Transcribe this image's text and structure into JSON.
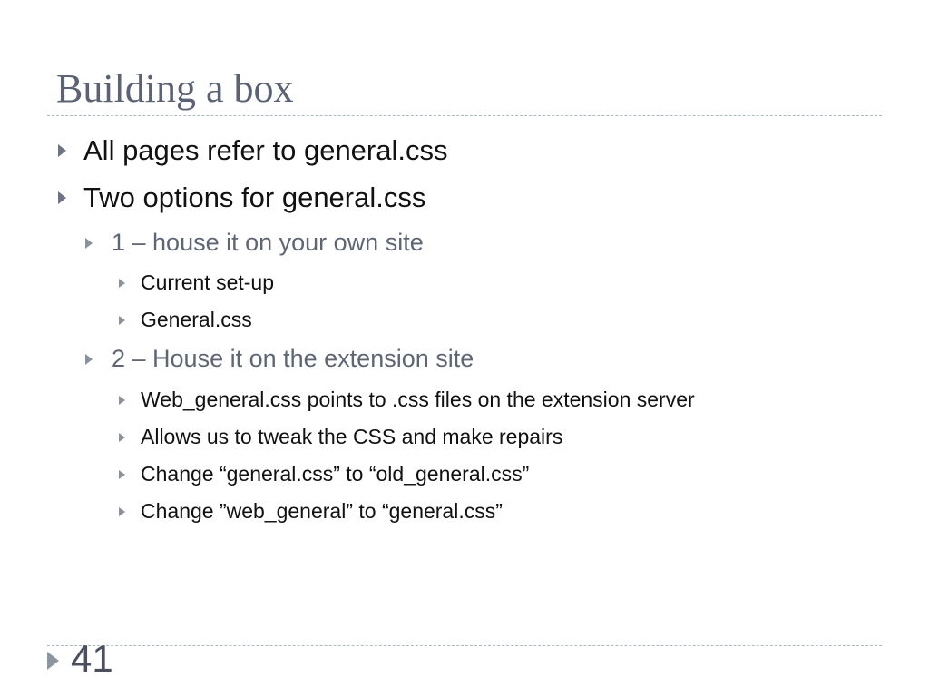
{
  "slide": {
    "title": "Building a box",
    "page_number": "41",
    "bullets": [
      {
        "level": 1,
        "text": "All pages refer to general.css"
      },
      {
        "level": 1,
        "text": "Two options for general.css"
      },
      {
        "level": 2,
        "text": "1 – house it on your own site"
      },
      {
        "level": 3,
        "text": "Current set-up"
      },
      {
        "level": 3,
        "text": "General.css"
      },
      {
        "level": 2,
        "text": "2 – House it on the extension site"
      },
      {
        "level": 3,
        "text": "Web_general.css points to .css files on the extension server"
      },
      {
        "level": 3,
        "text": "Allows us to tweak the CSS and make repairs"
      },
      {
        "level": 3,
        "text": "Change “general.css” to “old_general.css”"
      },
      {
        "level": 3,
        "text": "Change ”web_general” to “general.css”"
      }
    ]
  },
  "colors": {
    "title": "#5b6275",
    "level1_text": "#111111",
    "level2_text": "#5f6575",
    "level3_text": "#111111",
    "bullet_arrow": "#6b7480",
    "divider": "#aab8c8"
  }
}
